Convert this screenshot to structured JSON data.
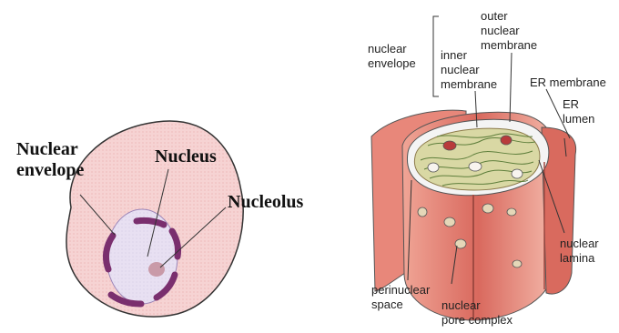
{
  "left_diagram": {
    "labels": {
      "nuclear_envelope": [
        "Nuclear",
        "envelope"
      ],
      "nucleus": "Nucleus",
      "nucleolus": "Nucleolus"
    },
    "colors": {
      "cytoplasm": "#f6d3d3",
      "nucleus": "#e8e0f2",
      "envelope": "#7a2f6e",
      "nucleolus": "#c99aa8"
    }
  },
  "right_diagram": {
    "labels": {
      "nuclear_envelope": [
        "nuclear",
        "envelope"
      ],
      "inner_nuclear_membrane": [
        "inner",
        "nuclear",
        "membrane"
      ],
      "outer_nuclear_membrane": [
        "outer",
        "nuclear",
        "membrane"
      ],
      "er_membrane": "ER membrane",
      "er_lumen": [
        "ER",
        "lumen"
      ],
      "nuclear_lamina": [
        "nuclear",
        "lamina"
      ],
      "perinuclear_space": [
        "perinuclear",
        "space"
      ],
      "nuclear_pore_complex": [
        "nuclear",
        "pore complex"
      ]
    },
    "colors": {
      "er_red": "#d9695e",
      "er_light": "#f3b0a2",
      "membrane": "#f4f4f4",
      "nucleoplasm": "#d9d8a4",
      "chromatin": "#5f7f3c"
    }
  }
}
